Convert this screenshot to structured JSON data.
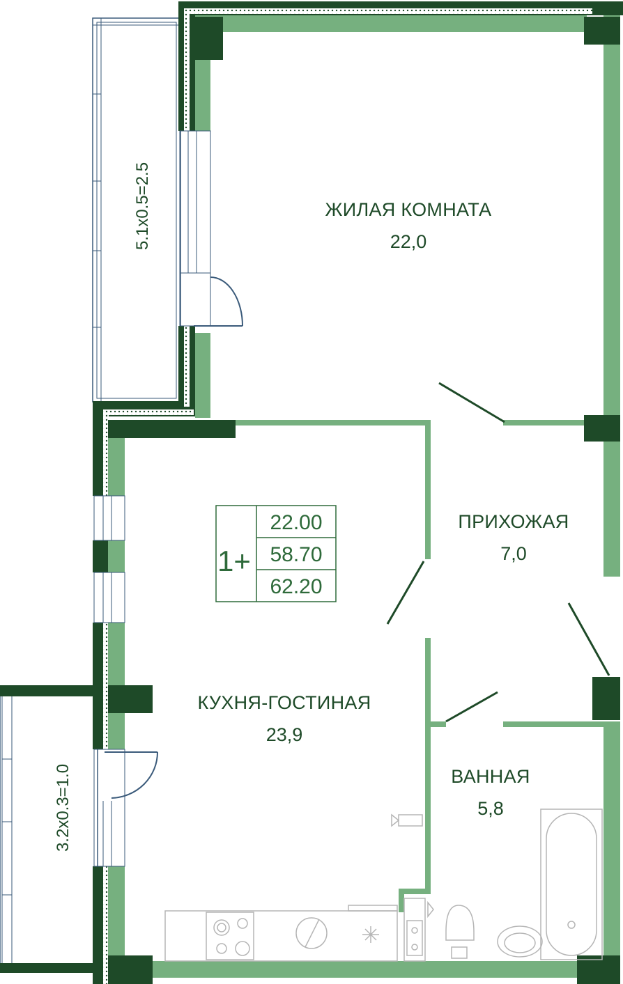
{
  "rooms": {
    "living_room": {
      "name": "ЖИЛАЯ КОМНАТА",
      "area": "22,0"
    },
    "hallway": {
      "name": "ПРИХОЖАЯ",
      "area": "7,0"
    },
    "kitchen_living": {
      "name": "КУХНЯ-ГОСТИНАЯ",
      "area": "23,9"
    },
    "bathroom": {
      "name": "ВАННАЯ",
      "area": "5,8"
    }
  },
  "balconies": {
    "upper": {
      "label": "5.1x0.5=2.5"
    },
    "lower": {
      "label": "3.2x0.3=1.0"
    }
  },
  "summary_table": {
    "prefix": "1+",
    "living_area": "22.00",
    "total_area": "58.70",
    "total_with_balconies": "62.20"
  },
  "colors": {
    "wall_dark": "#1e4a28",
    "wall_light": "#76b07f",
    "text": "#1e4a28",
    "window": "#3a5a7a",
    "fixture": "#b5b5b5"
  }
}
